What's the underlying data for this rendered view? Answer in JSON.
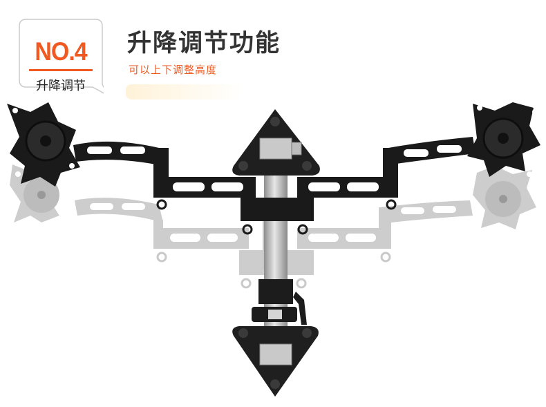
{
  "badge": {
    "number": "NO.4",
    "label": "升降调节"
  },
  "header": {
    "title": "升降调节功能",
    "subtitle": "可以上下调整高度"
  },
  "colors": {
    "accent": "#f05a22",
    "arm_dark": "#1a1a1a",
    "arm_ghost": "#c8c8c8",
    "pole": "#b8b8b8"
  }
}
